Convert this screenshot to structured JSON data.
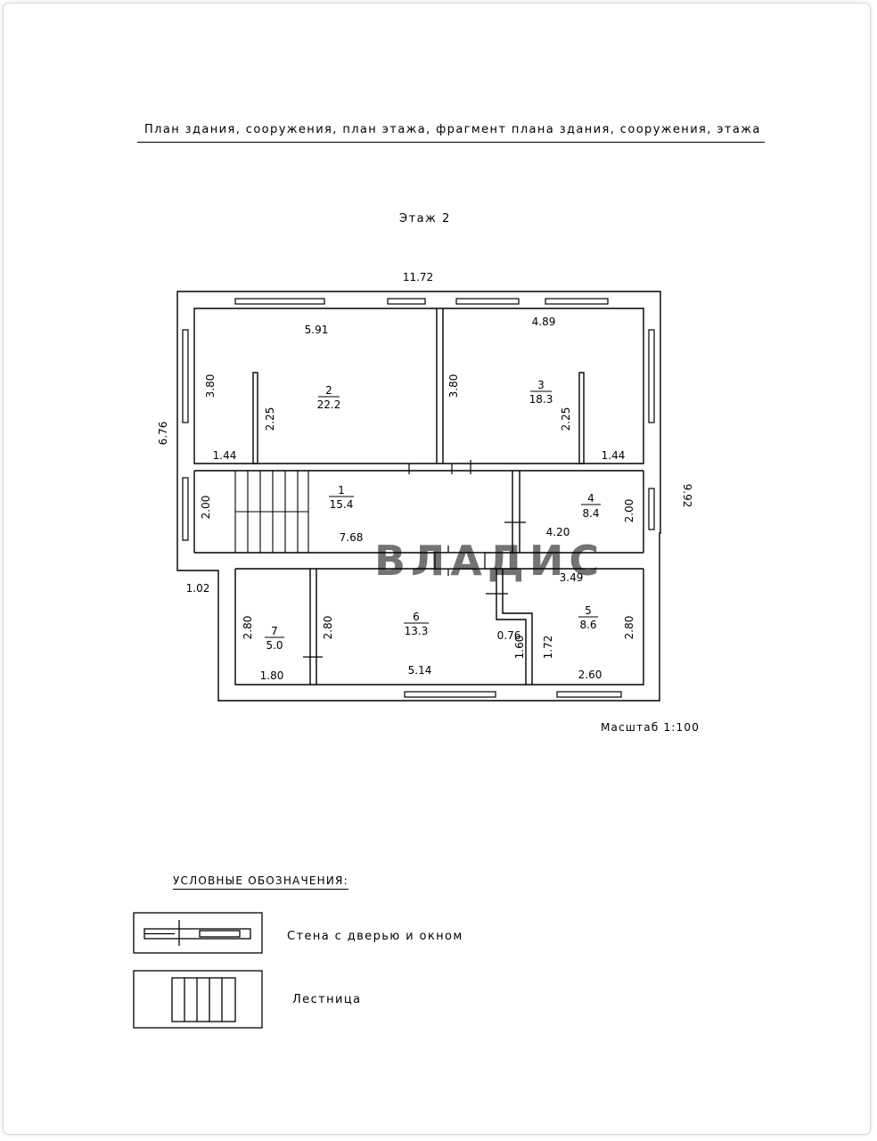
{
  "header": {
    "title": "План здания, сооружения, план этажа, фрагмент плана здания, сооружения, этажа"
  },
  "floor_title": "Этаж 2",
  "scale": "Масштаб 1:100",
  "watermark": "ВЛАДИС",
  "rooms": {
    "r1": {
      "num": "1",
      "area": "15.4"
    },
    "r2": {
      "num": "2",
      "area": "22.2"
    },
    "r3": {
      "num": "3",
      "area": "18.3"
    },
    "r4": {
      "num": "4",
      "area": "8.4"
    },
    "r5": {
      "num": "5",
      "area": "8.6"
    },
    "r6": {
      "num": "6",
      "area": "13.3"
    },
    "r7": {
      "num": "7",
      "area": "5.0"
    }
  },
  "dims": {
    "top_total": "11.72",
    "left_total": "6.76",
    "right_total": "9.92",
    "r2_width": "5.91",
    "r2_depth": "3.80",
    "r2_partition": "2.25",
    "r2_bottom": "1.44",
    "r3_width": "4.89",
    "r3_depth": "3.80",
    "r3_partition": "2.25",
    "r3_bottom": "1.44",
    "r1_depth": "2.00",
    "r1_width": "7.68",
    "r4_width": "4.20",
    "r4_depth": "2.00",
    "step": "1.02",
    "r5_width": "3.49",
    "r5_depth": "2.80",
    "r5_side": "1.72",
    "r5_bottom": "2.60",
    "r6_depth": "2.80",
    "r6_width": "5.14",
    "r6_notch": "0.76",
    "r6_side": "1.60",
    "r7_depth": "2.80",
    "r7_width": "1.80"
  },
  "legend": {
    "title": "УСЛОВНЫЕ ОБОЗНАЧЕНИЯ:",
    "wall_label": "Стена с дверью и окном",
    "stair_label": "Лестница"
  }
}
